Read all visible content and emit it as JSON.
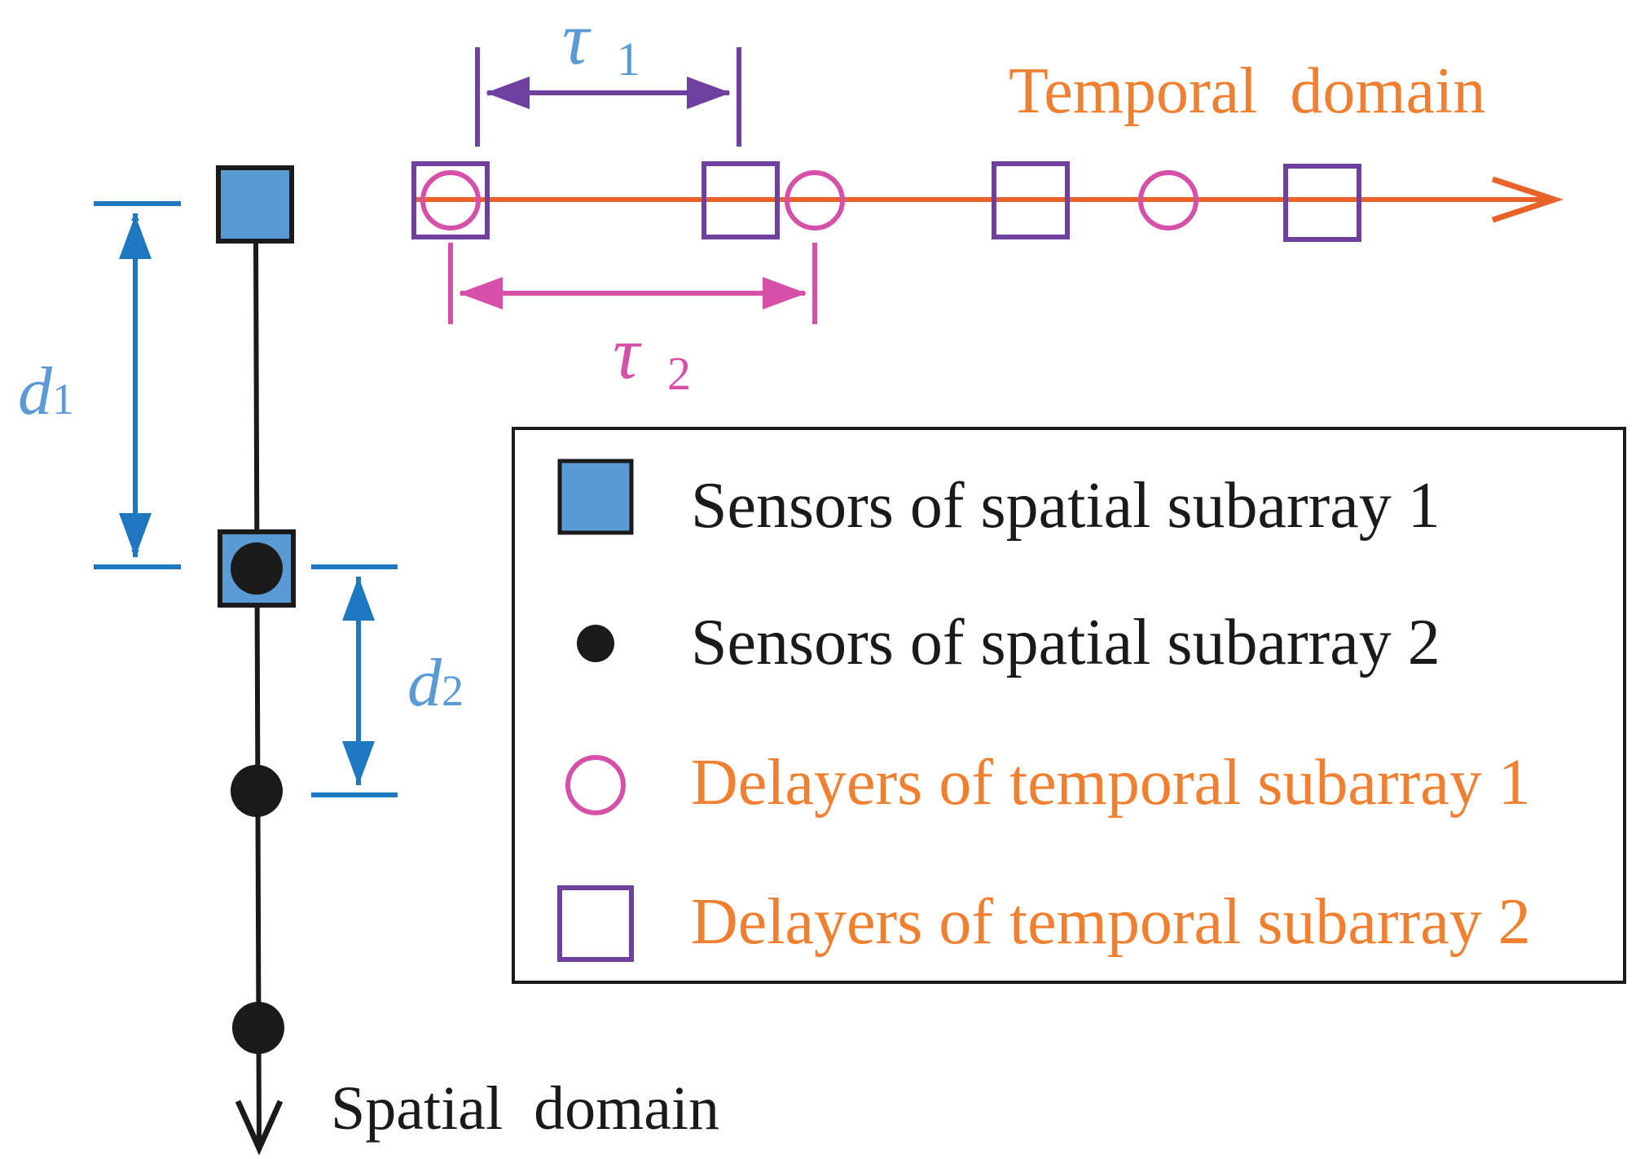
{
  "colors": {
    "spatial_blue": "#5b9bd5",
    "dim_blue": "#1f77c0",
    "temporal_orange": "#f08030",
    "axis_orange": "#e8622a",
    "magenta": "#d64fa8",
    "purple": "#7040a0",
    "black": "#1a1a1a"
  },
  "labels": {
    "temporal_axis": "Temporal  domain",
    "spatial_axis": "Spatial  domain",
    "tau1_symbol": "τ",
    "tau1_sub": "1",
    "tau2_symbol": "τ",
    "tau2_sub": "2",
    "d1_symbol": "d",
    "d1_sub": "1",
    "d2_symbol": "d",
    "d2_sub": "2"
  },
  "legend": {
    "items": [
      {
        "marker": "filled-blue-square",
        "text": "Sensors of spatial subarray 1",
        "color": "#1a1a1a"
      },
      {
        "marker": "black-dot",
        "text": "Sensors of spatial subarray 2",
        "color": "#1a1a1a"
      },
      {
        "marker": "magenta-circle",
        "text": "Delayers of temporal subarray 1",
        "color": "#f08030"
      },
      {
        "marker": "purple-square",
        "text": "Delayers of temporal subarray 2",
        "color": "#f08030"
      }
    ]
  }
}
